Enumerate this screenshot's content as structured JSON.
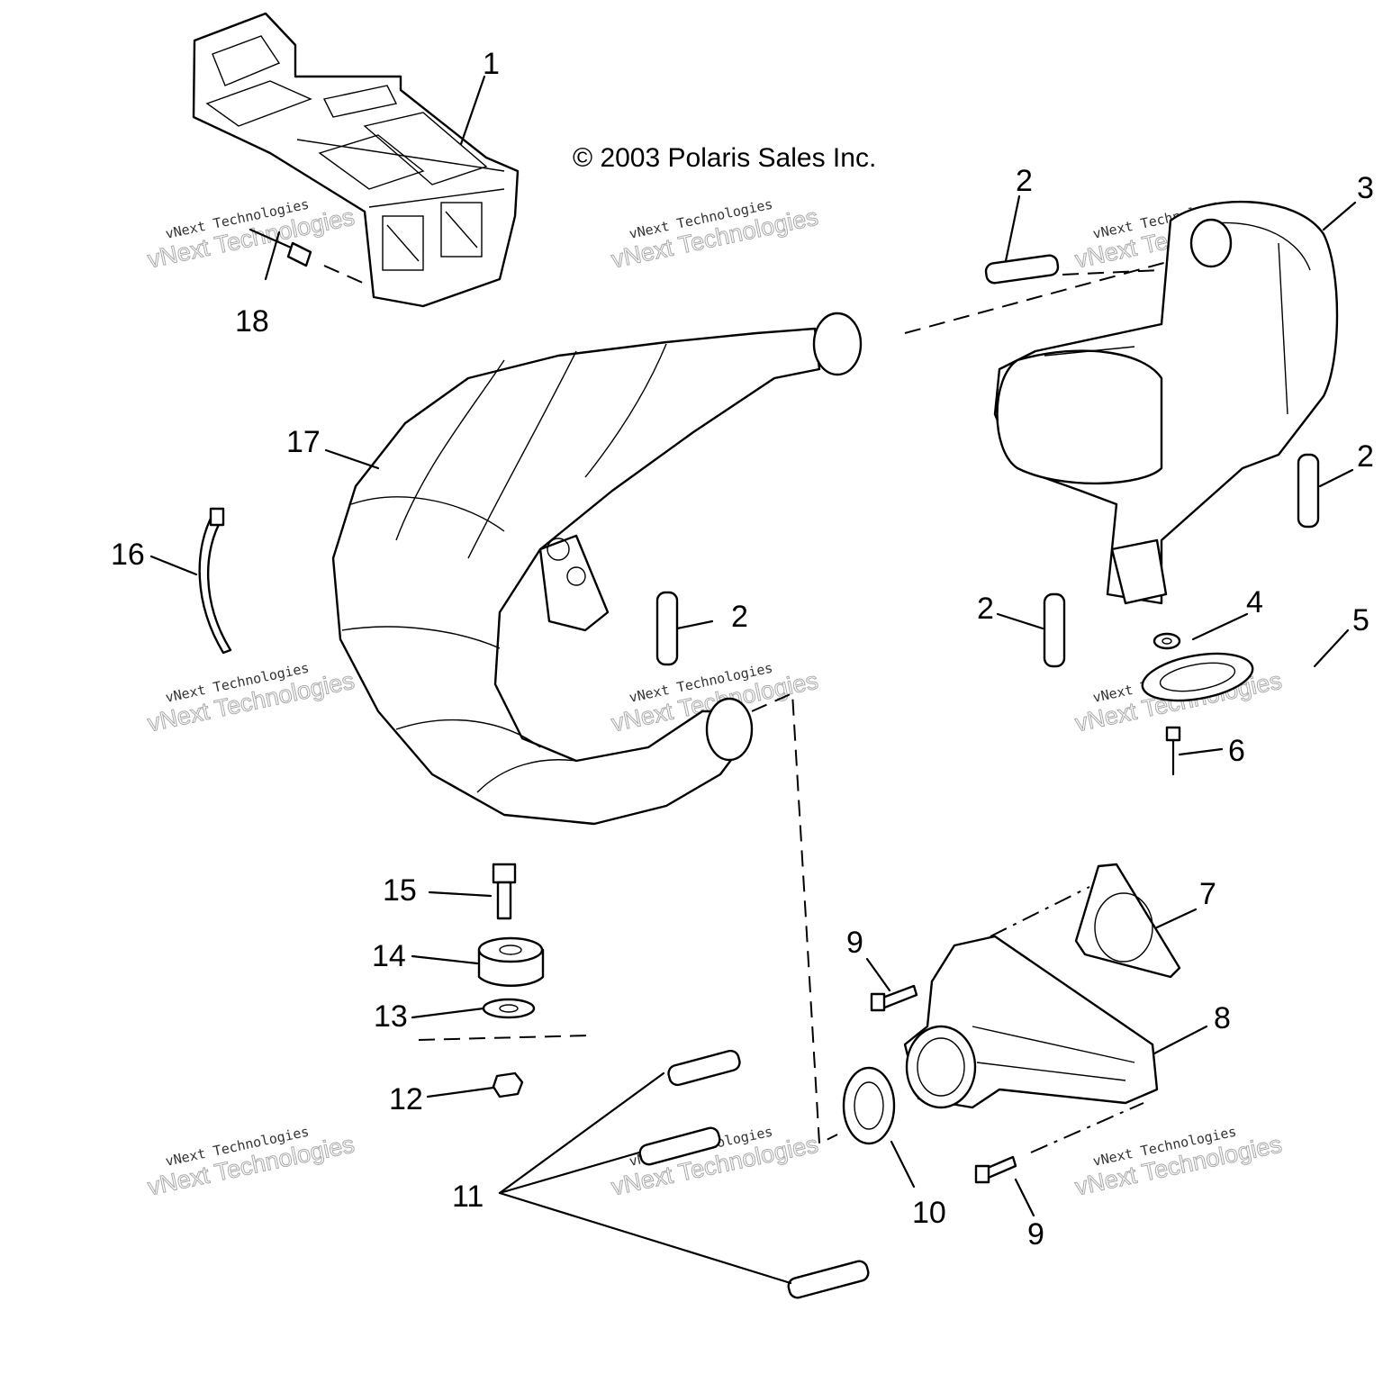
{
  "copyright": "© 2003 Polaris Sales Inc.",
  "watermark": {
    "line1": "vNext Technologies",
    "line2": "vNext Technologies"
  },
  "callouts": {
    "c1": "1",
    "c2a": "2",
    "c2b": "2",
    "c2c": "2",
    "c2d": "2",
    "c3": "3",
    "c4": "4",
    "c5": "5",
    "c6": "6",
    "c7": "7",
    "c8": "8",
    "c9a": "9",
    "c9b": "9",
    "c10": "10",
    "c11": "11",
    "c12": "12",
    "c13": "13",
    "c14": "14",
    "c15": "15",
    "c16": "16",
    "c17": "17",
    "c18": "18"
  }
}
